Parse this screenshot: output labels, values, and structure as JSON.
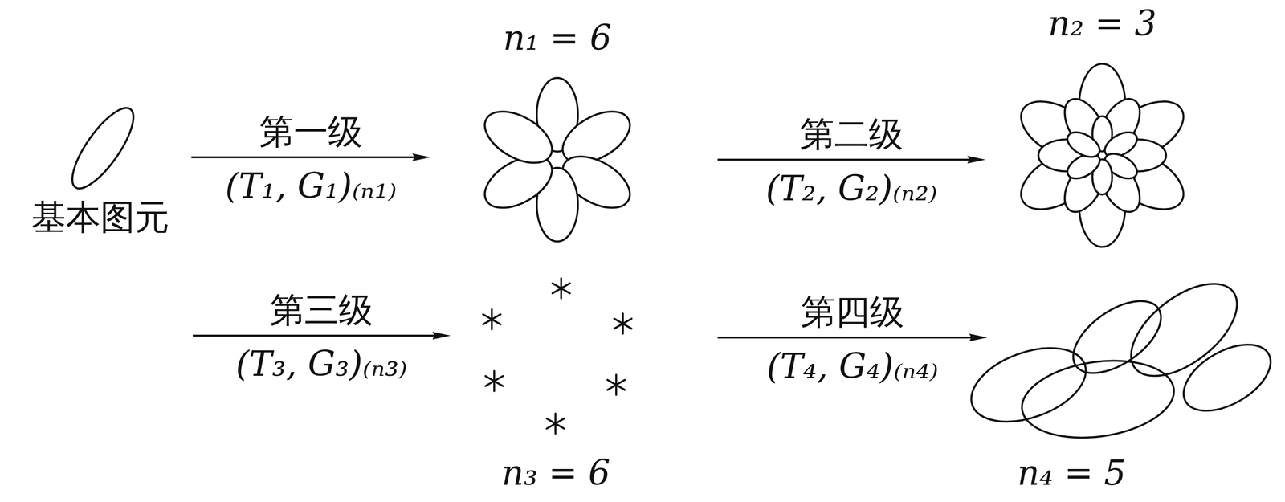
{
  "diagram": {
    "nodes": [
      {
        "text": [
          "基本图元"
        ]
      },
      {
        "text": [
          "n₁ = 6"
        ]
      },
      {
        "text": [
          "n₂ = 3"
        ]
      },
      {
        "text": [
          "n₃ = 6"
        ]
      },
      {
        "text": [
          "n₄ = 5"
        ]
      }
    ],
    "edges": [
      {
        "from": 0,
        "to": 1,
        "arrow": "to",
        "label": "第一级"
      },
      {
        "from": 1,
        "to": 2,
        "arrow": "to",
        "label": "第二级"
      },
      {
        "from": 3,
        "to": 4,
        "arrow": "to",
        "label": "第四级"
      }
    ],
    "labels": [
      "(T₁, G₁)₍ₙ₁₎",
      "(T₂, G₂)₍ₙ₂₎",
      "第三级",
      "(T₃, G₃)₍ₙ₃₎",
      "(T₄, G₄)₍ₙ₄₎"
    ]
  }
}
